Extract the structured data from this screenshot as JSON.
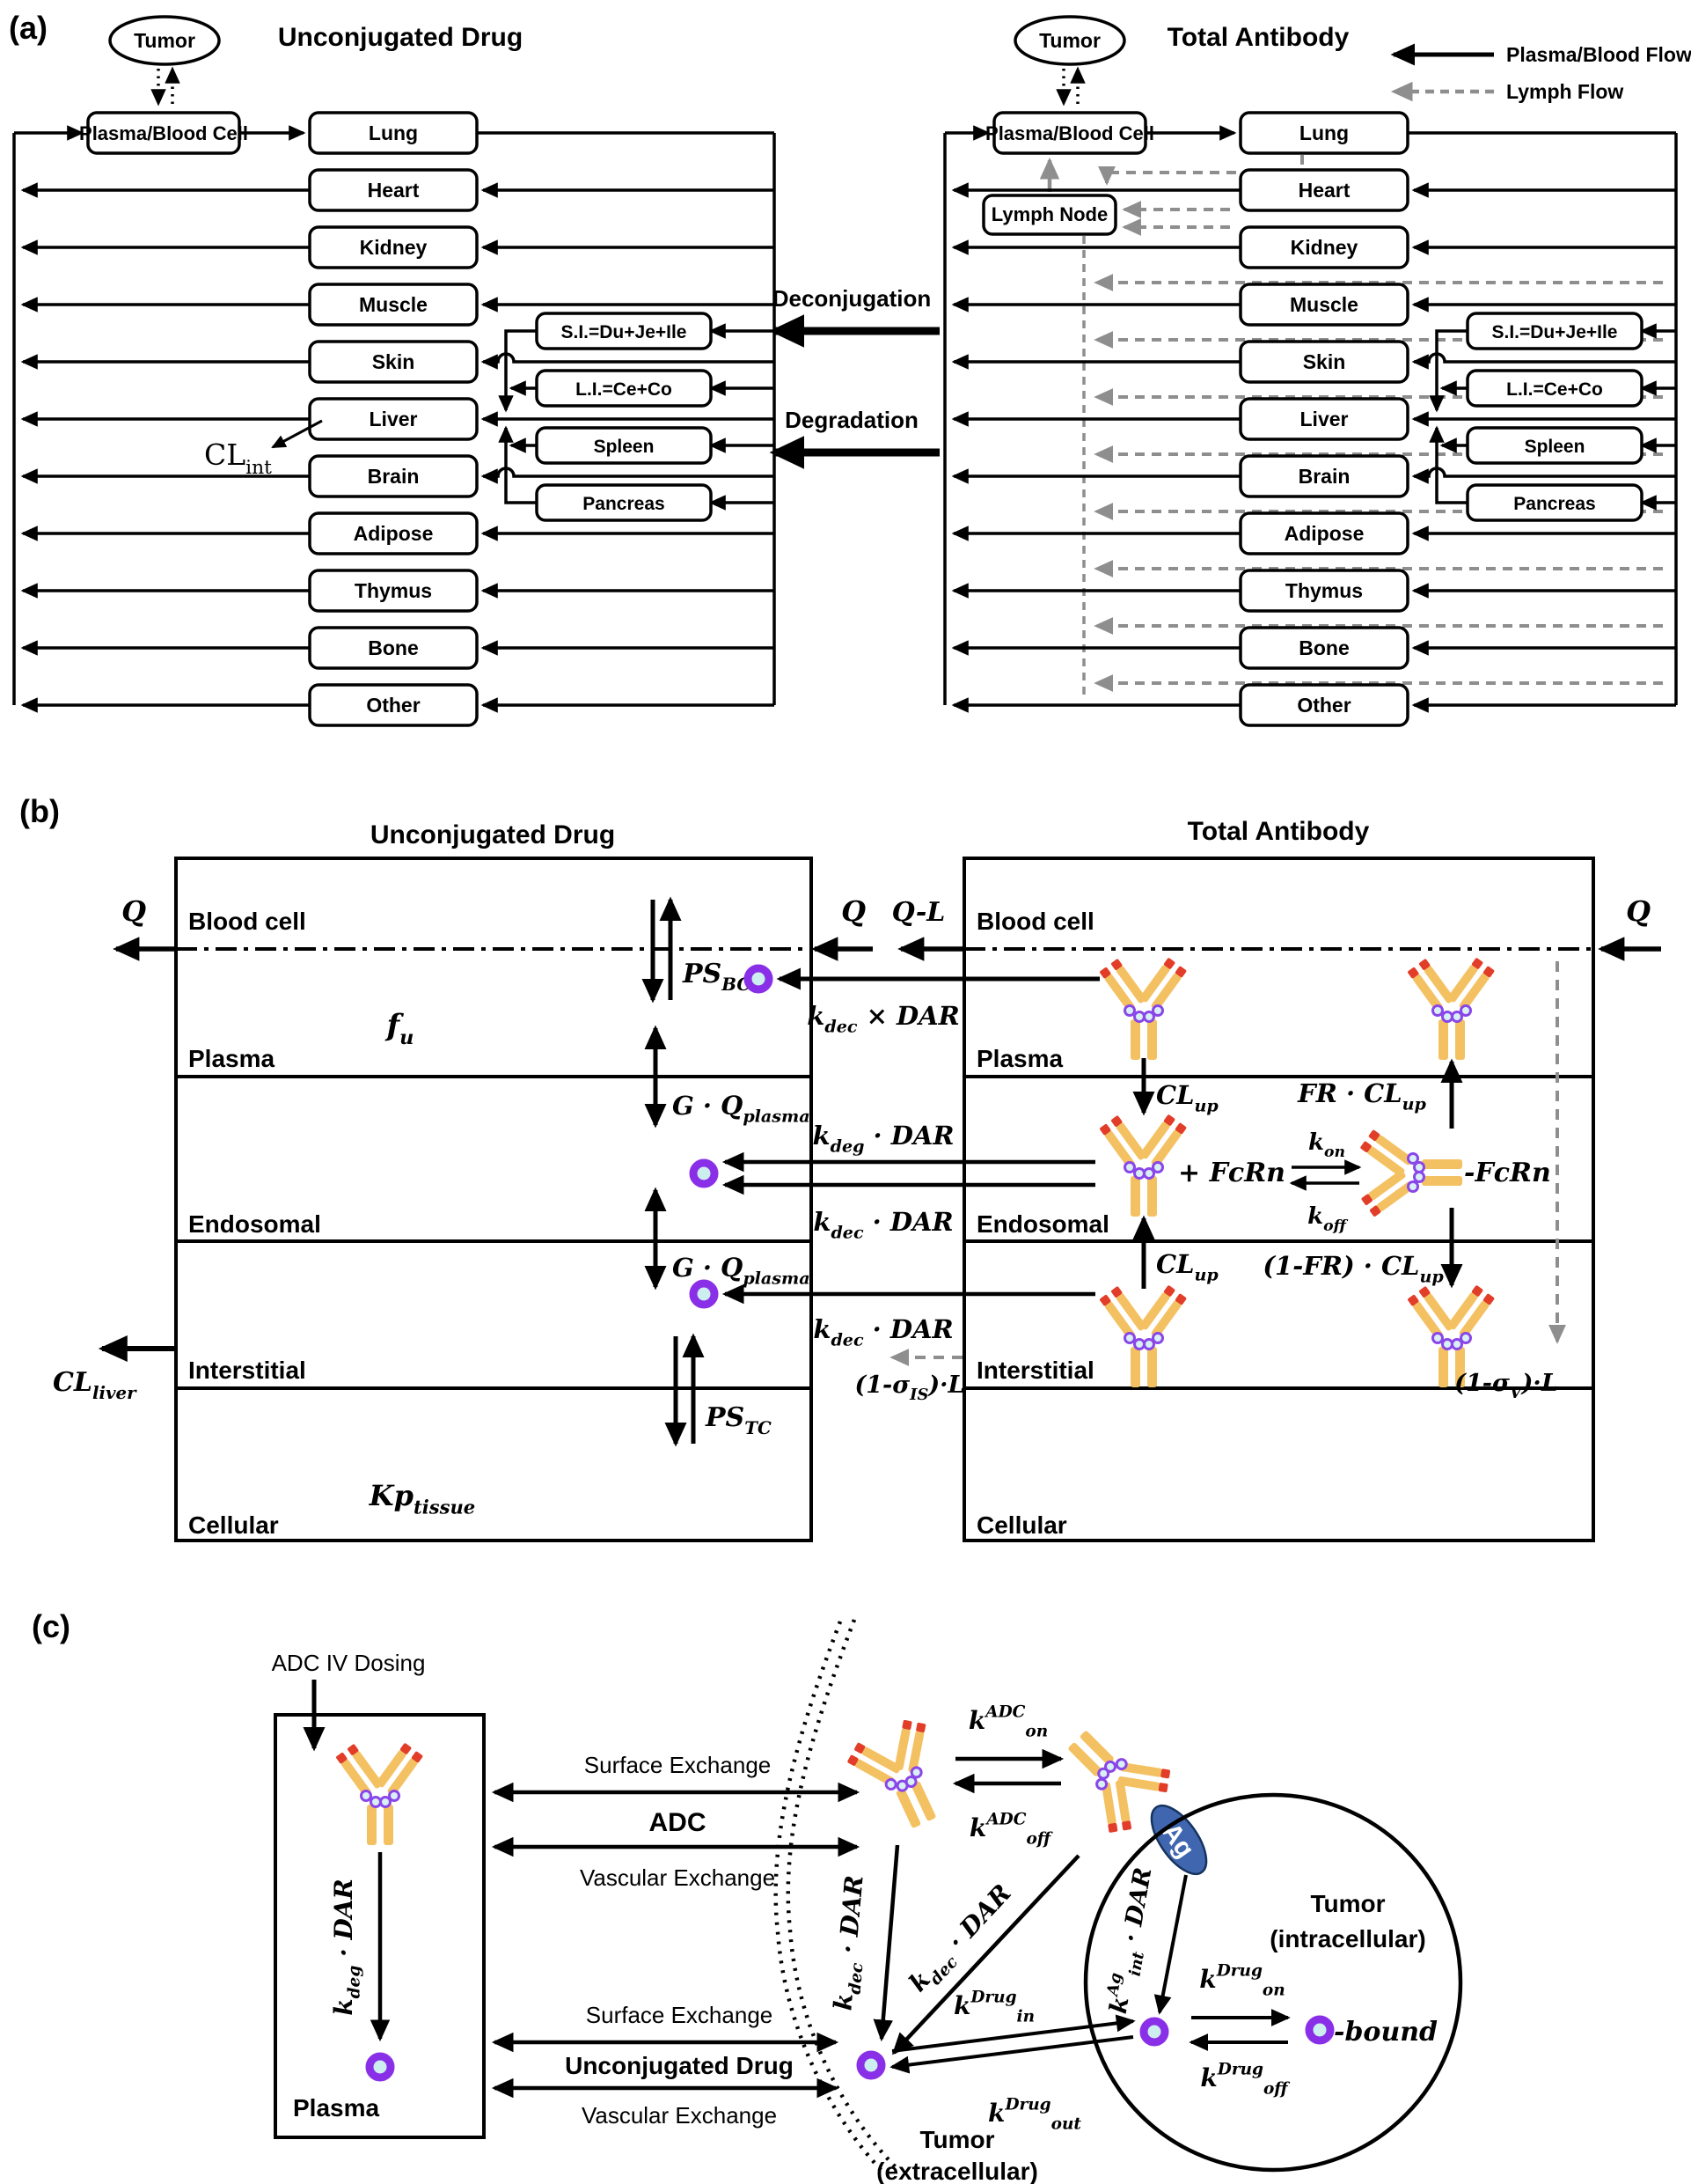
{
  "colors": {
    "antibody_fill": "#f4c162",
    "antibody_tip": "#e23d28",
    "drug_ring": "#8a2fe8",
    "drug_core": "#cdeeee",
    "ag_fill": "#3f66ae",
    "lymph_gray": "#8e8e8e",
    "line": "#000000"
  },
  "panel_a": {
    "label": "(a)",
    "left_title": "Unconjugated Drug",
    "right_title": "Total Antibody",
    "tumor": "Tumor",
    "plasma_blood_cell": "Plasma/Blood Cell",
    "lymph_node": "Lymph Node",
    "organs": [
      "Lung",
      "Heart",
      "Kidney",
      "Muscle",
      "Skin",
      "Liver",
      "Brain",
      "Adipose",
      "Thymus",
      "Bone",
      "Other"
    ],
    "side_organs": [
      "S.I.=Du+Je+Ile",
      "L.I.=Ce+Co",
      "Spleen",
      "Pancreas"
    ],
    "legend": {
      "blood_flow": "Plasma/Blood Flow",
      "lymph_flow": "Lymph Flow"
    },
    "deconjugation": "Deconjugation",
    "degradation": "Degradation",
    "cl_int": "CL_{int}"
  },
  "panel_b": {
    "label": "(b)",
    "left_title": "Unconjugated Drug",
    "right_title": "Total Antibody",
    "compartments": [
      "Blood cell",
      "Plasma",
      "Endosomal",
      "Interstitial",
      "Cellular"
    ],
    "q": "Q",
    "q_l": "Q-L",
    "ps_bc": "PS_{BC}",
    "f_u": "f_{u}",
    "g_q_plasma": "G · Q_{plasma}",
    "kdec_x_dar": "k_{dec} × DAR",
    "kdeg_dar": "k_{deg} · DAR",
    "kdec_dar": "k_{dec} · DAR",
    "ps_tc": "PS_{TC}",
    "kp_tissue": "Kp_{tissue}",
    "cl_liver": "CL_{liver}",
    "cl_up": "CL_{up}",
    "fr_cl_up": "FR · CL_{up}",
    "one_minus_fr_cl_up": "(1-FR) · CL_{up}",
    "fcrn_plus": "+ FcRn",
    "fcrn_bound": "-FcRn",
    "k_on": "k_{on}",
    "k_off": "k_{off}",
    "sigma_is": "(1-σ_{IS})·L",
    "sigma_v": "(1-σ_{V})·L"
  },
  "panel_c": {
    "label": "(c)",
    "adc_iv_dosing": "ADC IV Dosing",
    "plasma": "Plasma",
    "surface_exchange": "Surface Exchange",
    "adc": "ADC",
    "vascular_exchange": "Vascular Exchange",
    "unconjugated_drug": "Unconjugated Drug",
    "kdeg_dar": "k_{deg} · DAR",
    "kdec_dar": "k_{dec} · DAR",
    "kon_adc": "k^{ADC}_{on}",
    "koff_adc": "k^{ADC}_{off}",
    "kint_ag_dar": "k^{Ag}_{int} · DAR",
    "kin_drug": "k^{Drug}_{in}",
    "kout_drug": "k^{Drug}_{out}",
    "kon_drug": "k^{Drug}_{on}",
    "koff_drug": "k^{Drug}_{off}",
    "ag": "Ag",
    "bound": "-bound",
    "tumor_intracellular_1": "Tumor",
    "tumor_intracellular_2": "(intracellular)",
    "tumor_extracellular_1": "Tumor",
    "tumor_extracellular_2": "(extracellular)"
  }
}
